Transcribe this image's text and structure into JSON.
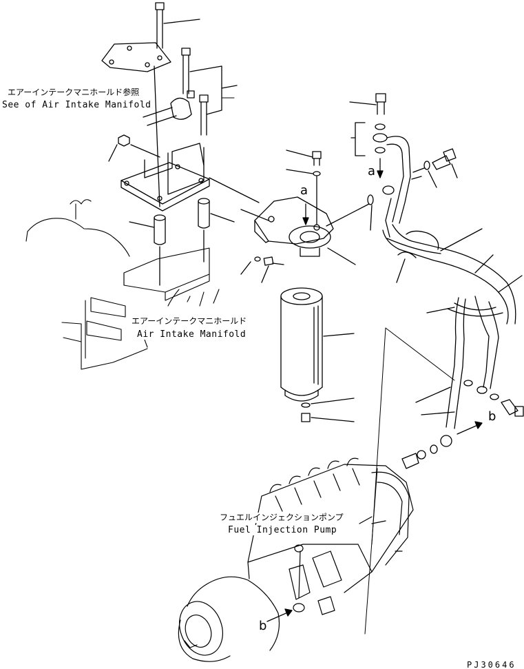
{
  "labels": {
    "ref_manifold_jp": "エアーインテークマニホールド参照",
    "ref_manifold_en": "See of Air Intake Manifold",
    "manifold_jp": "エアーインテークマニホールド",
    "manifold_en": "Air Intake Manifold",
    "pump_jp": "フュエルインジェクションポンプ",
    "pump_en": "Fuel Injection Pump"
  },
  "marks": {
    "a_top": "a",
    "a_left": "a",
    "b_right": "b",
    "b_bottom": "b"
  },
  "drawing_code": "PJ30646",
  "colors": {
    "line": "#000000",
    "background": "#ffffff"
  }
}
